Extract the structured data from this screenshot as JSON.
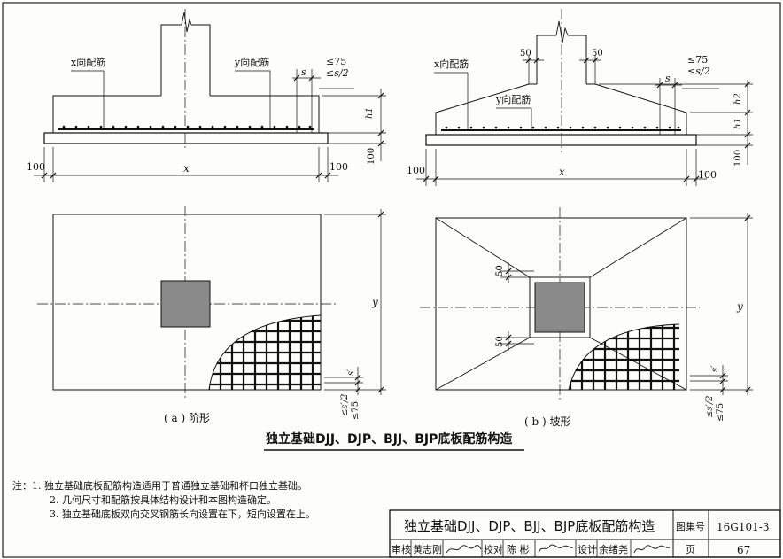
{
  "figure_a": {
    "label_x_rebar": "x向配筋",
    "label_y_rebar": "y向配筋",
    "dim_le75": "≤75",
    "dim_le_s2": "≤s/2",
    "dim_s": "s",
    "dim_h1": "h1",
    "dim_100_left": "100",
    "dim_100_right": "100",
    "dim_100_vertical": "100",
    "dim_x": "x",
    "dim_y": "y",
    "dim_s_prime": "s′",
    "dim_s_prime_half": "≤s′/2",
    "dim_le75_bottom": "≤75",
    "caption": "( a ) 阶形"
  },
  "figure_b": {
    "label_x_rebar": "x向配筋",
    "label_y_rebar": "y向配筋",
    "dim_50_left": "50",
    "dim_50_right": "50",
    "dim_le75": "≤75",
    "dim_le_s2": "≤s/2",
    "dim_s": "s",
    "dim_h2": "h2",
    "dim_h1": "h1",
    "dim_100_left": "100",
    "dim_100_right": "100",
    "dim_100_vertical": "100",
    "dim_x": "x",
    "dim_y": "y",
    "dim_50_plan_top": "50",
    "dim_50_plan_bottom": "50",
    "dim_s_prime": "s′",
    "dim_s_prime_half": "≤s′/2",
    "dim_le75_bottom": "≤75",
    "caption": "( b ) 坡形"
  },
  "figure_title": "独立基础DJJ、DJP、BJJ、BJP底板配筋构造",
  "notes": {
    "n1": "注：1. 独立基础底板配筋构造适用于普通独立基础和杯口独立基础。",
    "n2": "2. 几何尺寸和配筋按具体结构设计和本图构造确定。",
    "n3": "3. 独立基础底板双向交叉钢筋长向设置在下，短向设置在上。"
  },
  "title_block": {
    "title": "独立基础DJJ、DJP、BJJ、BJP底板配筋构造",
    "atlas_label": "图集号",
    "atlas_no": "16G101-3",
    "review_label": "审核",
    "review_name": "黄志刚",
    "check_label": "校对",
    "check_name": "陈 彬",
    "design_label": "设计",
    "design_name": "余绪尧",
    "page_label": "页",
    "page_no": "67"
  }
}
